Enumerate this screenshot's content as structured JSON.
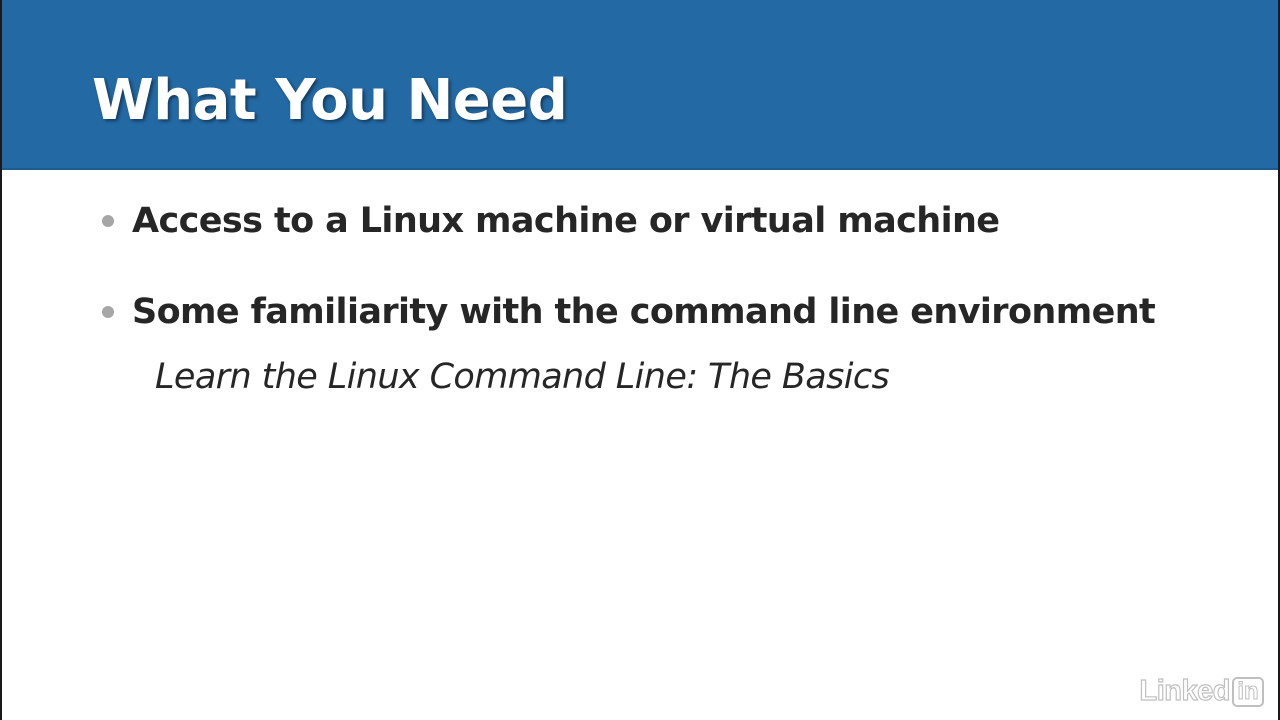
{
  "slide": {
    "title": "What You Need",
    "bullets": [
      {
        "text": "Access to a Linux machine or virtual machine"
      },
      {
        "text": "Some familiarity with the command line environment"
      }
    ],
    "sub_item": "Learn the Linux Command Line: The Basics"
  },
  "watermark": {
    "prefix": "Linked",
    "suffix": "in"
  },
  "colors": {
    "title_bar": "#2369a4",
    "title_text": "#ffffff",
    "body_text": "#262626",
    "bullet": "#a6a6a6"
  }
}
